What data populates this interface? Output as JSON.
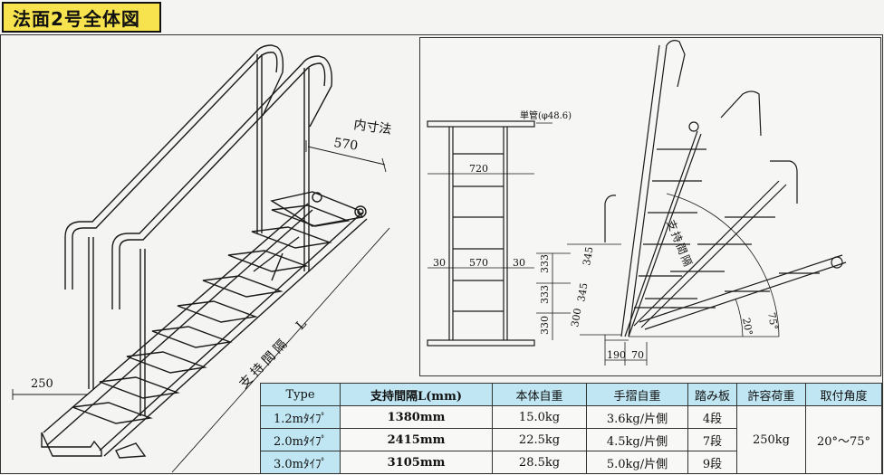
{
  "title": "法面2号全体図",
  "left_drawing": {
    "inner_dim_label": "内寸法",
    "inner_width": "570",
    "support_label": "支持間隔　L",
    "step_width": "250"
  },
  "right_drawing": {
    "pipe_label": "単管(φ48.6)",
    "width_720": "720",
    "dim_30_left": "30",
    "dim_570": "570",
    "dim_30_right": "30",
    "dim_333_a": "333",
    "dim_333_b": "333",
    "dim_330": "330",
    "dim_345_a": "345",
    "dim_345_b": "345",
    "dim_300": "300",
    "dim_190": "190",
    "dim_70": "70",
    "support_label": "支持間隔",
    "angle_20": "20°",
    "angle_75": "75°"
  },
  "table": {
    "headers": [
      "Type",
      "支持間隔L(mm)",
      "本体自重",
      "手摺自重",
      "踏み板",
      "許容荷重",
      "取付角度"
    ],
    "rows": [
      [
        "1.2mﾀｲﾌﾟ",
        "1380mm",
        "15.0kg",
        "3.6kg/片側",
        "4段"
      ],
      [
        "2.0mﾀｲﾌﾟ",
        "2415mm",
        "22.5kg",
        "4.5kg/片側",
        "7段"
      ],
      [
        "3.0mﾀｲﾌﾟ",
        "3105mm",
        "28.5kg",
        "5.0kg/片側",
        "9段"
      ]
    ],
    "allowable_load": "250kg",
    "angle_range": "20°〜75°"
  }
}
